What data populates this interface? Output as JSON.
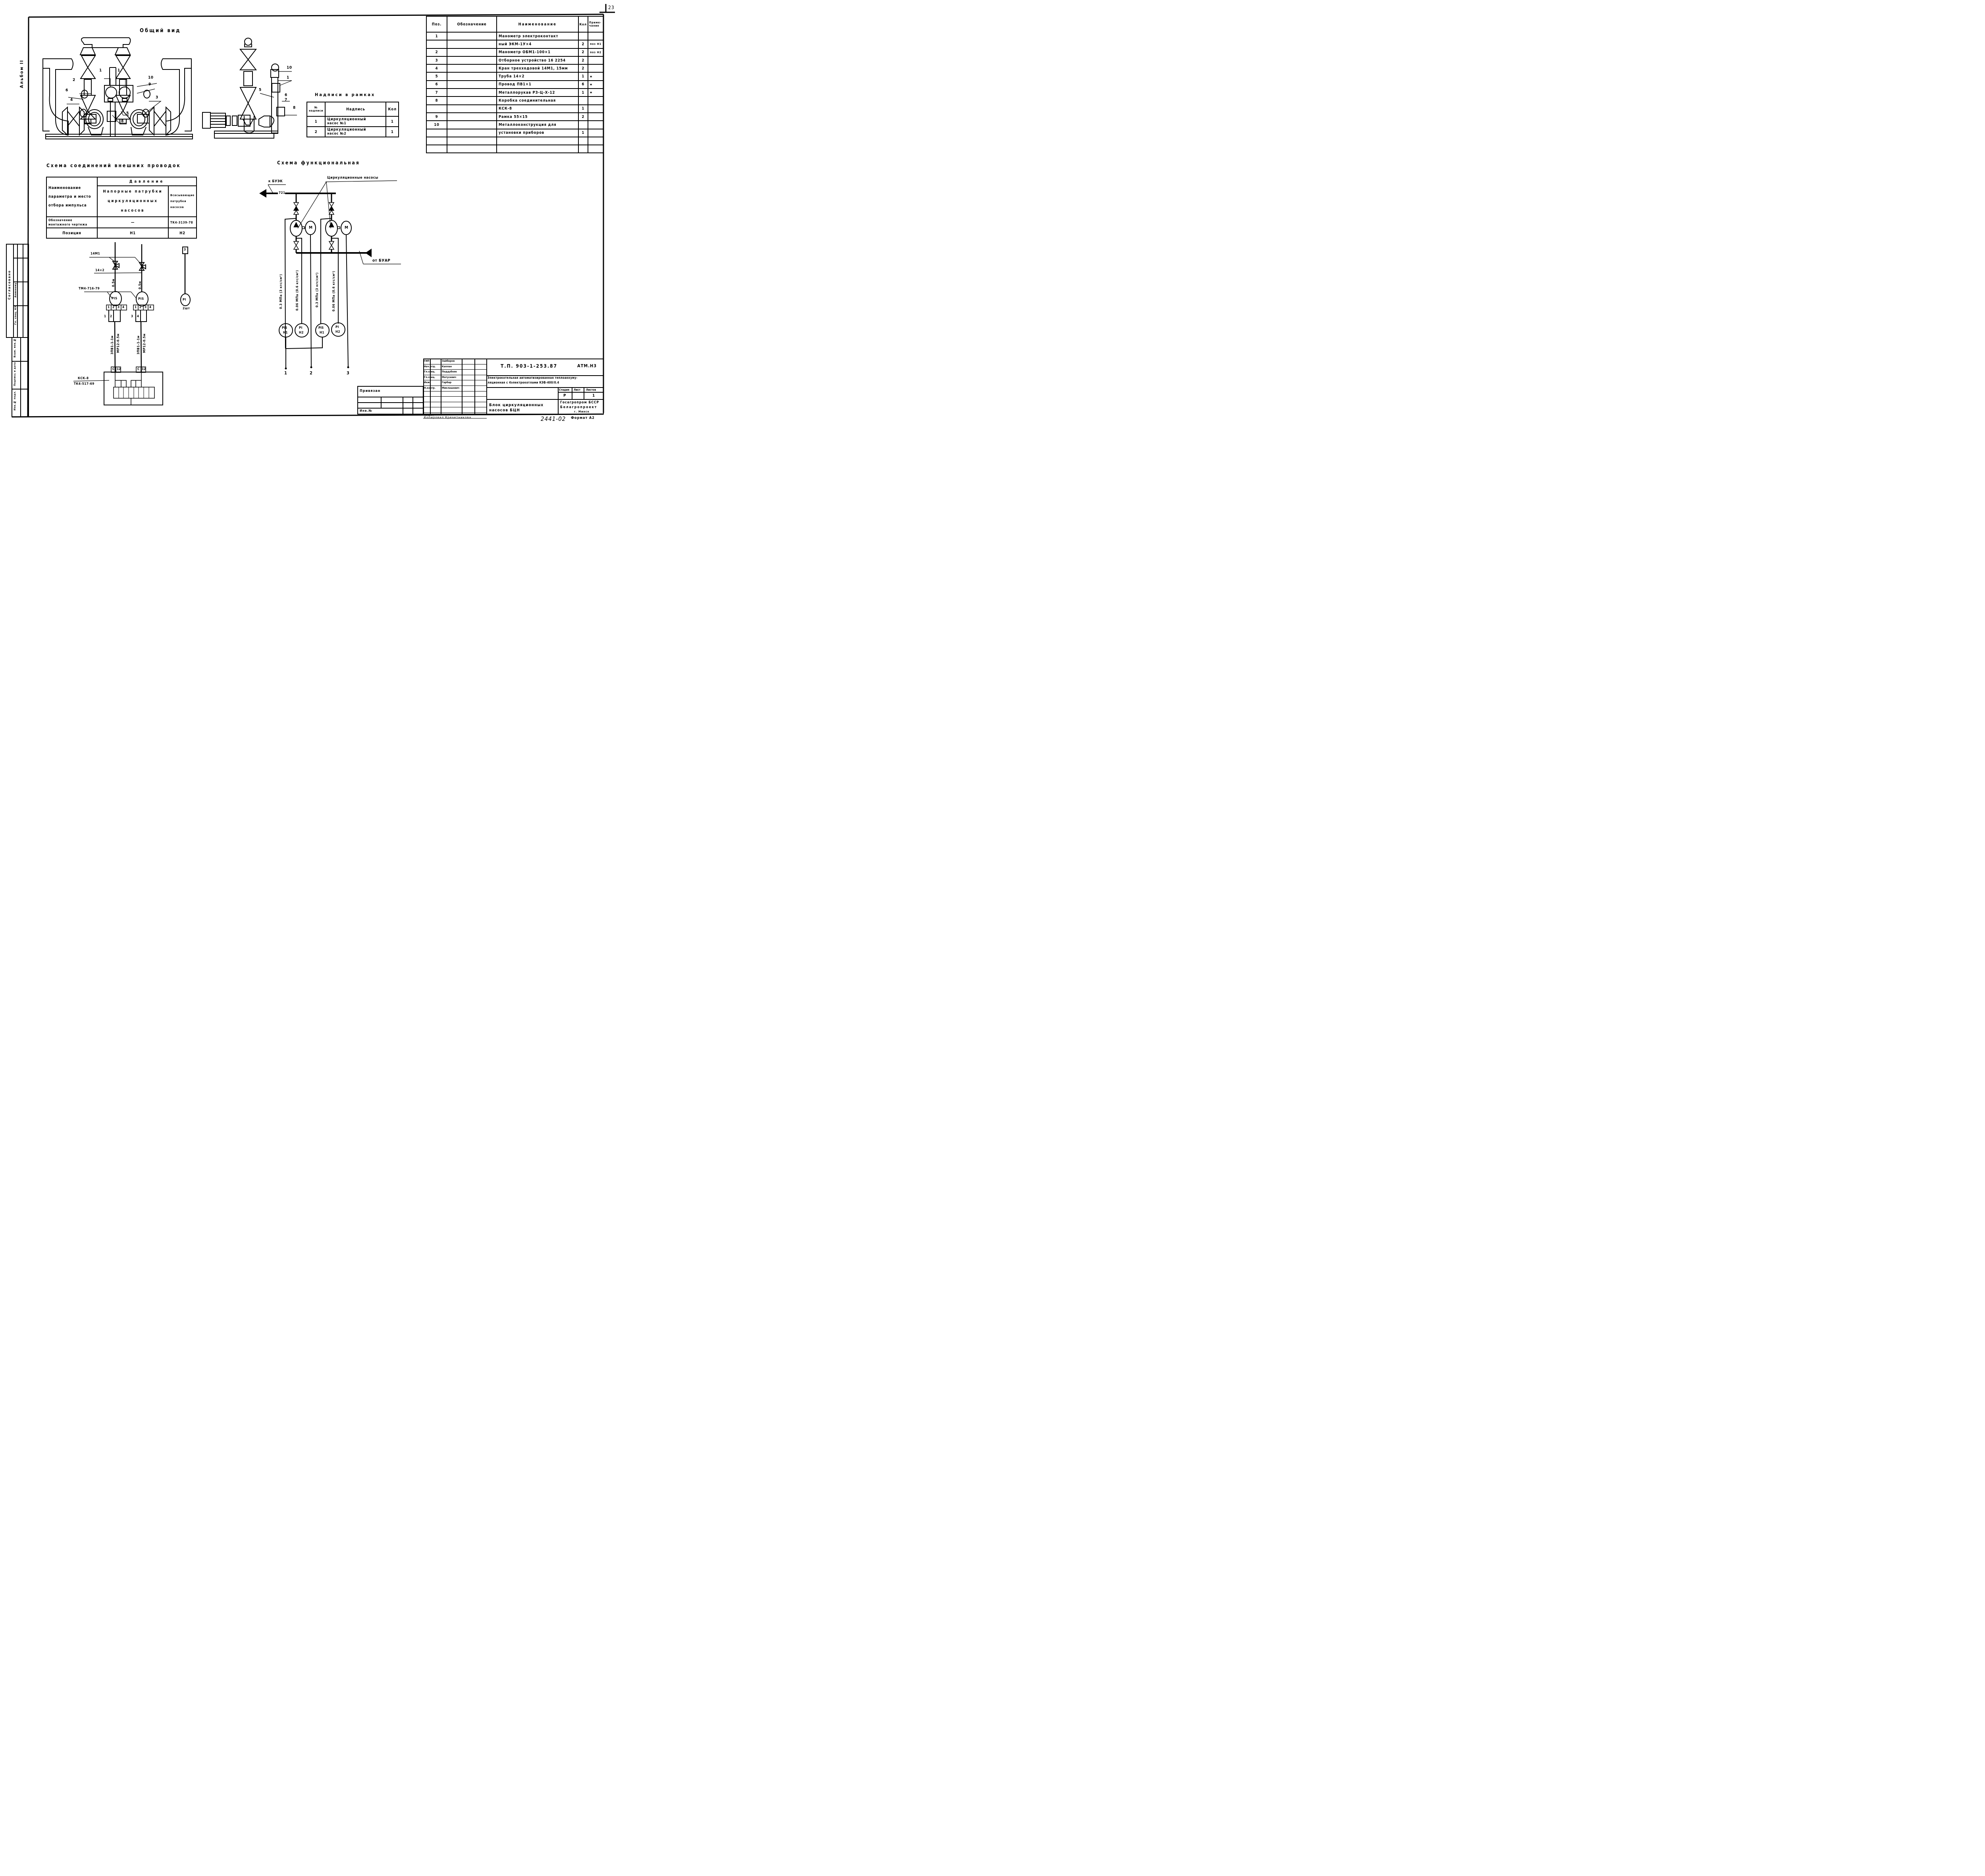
{
  "sheet": {
    "corner_number": "23",
    "album_label": "Альбом II",
    "format": "Формат А2",
    "archive_no": "2441-02",
    "copied_by": "Копировал Кречетникова"
  },
  "general_view": {
    "title": "Общий вид",
    "callouts": [
      "1",
      "1",
      "2",
      "3",
      "4",
      "5",
      "6",
      "7",
      "8",
      "9",
      "10"
    ],
    "side_callouts": [
      "10",
      "1",
      "5",
      "6",
      "7",
      "8"
    ]
  },
  "frame_labels": {
    "title": "Надписи в рамках",
    "headers": [
      "№ надписи",
      "Надпись",
      "Кол"
    ],
    "rows": [
      {
        "no": "1",
        "text_line1": "Циркуляционный",
        "text_line2": "насос №1",
        "qty": "1"
      },
      {
        "no": "2",
        "text_line1": "Циркуляционный",
        "text_line2": "насос №2",
        "qty": "1"
      }
    ]
  },
  "spec": {
    "headers": [
      "Поз.",
      "Обозначение",
      "Наименование",
      "Кол",
      "Приме-чание"
    ],
    "rows": [
      {
        "pos": "1",
        "designation": "",
        "name": "Манометр электроконтакт",
        "qty": "",
        "note": ""
      },
      {
        "pos": "",
        "designation": "",
        "name": "ный ЭКМ-1У×4",
        "qty": "2",
        "note": "поз Н1"
      },
      {
        "pos": "2",
        "designation": "",
        "name": "Манометр ОБМ1-100×1",
        "qty": "2",
        "note": "поз Н2"
      },
      {
        "pos": "3",
        "designation": "",
        "name": "Отборное устройство 16 2254",
        "qty": "2",
        "note": ""
      },
      {
        "pos": "4",
        "designation": "",
        "name": "Кран трехходовой 14М1, 15мм",
        "qty": "2",
        "note": ""
      },
      {
        "pos": "5",
        "designation": "",
        "name": "Труба 14×2",
        "qty": "1",
        "note": "м"
      },
      {
        "pos": "6",
        "designation": "",
        "name": "Провод ПВ1×1",
        "qty": "6",
        "note": "м"
      },
      {
        "pos": "7",
        "designation": "",
        "name": "Металлорукав РЗ-Ц-Х-12",
        "qty": "1",
        "note": "м"
      },
      {
        "pos": "8",
        "designation": "",
        "name": "Коробка соединительная",
        "qty": "",
        "note": ""
      },
      {
        "pos": "",
        "designation": "",
        "name": "КСК-8",
        "qty": "1",
        "note": ""
      },
      {
        "pos": "9",
        "designation": "",
        "name": "Рамка 55×15",
        "qty": "2",
        "note": ""
      },
      {
        "pos": "10",
        "designation": "",
        "name": "Металлоконструкция для",
        "qty": "",
        "note": ""
      },
      {
        "pos": "",
        "designation": "",
        "name": "установки приборов",
        "qty": "1",
        "note": ""
      },
      {
        "pos": "",
        "designation": "",
        "name": "",
        "qty": "",
        "note": ""
      },
      {
        "pos": "",
        "designation": "",
        "name": "",
        "qty": "",
        "note": ""
      }
    ]
  },
  "external_wiring": {
    "title": "Схема соединений внешних проводок",
    "table": {
      "param_header": "Наименование параметра и место отбора импульса",
      "group_header": "Давление",
      "col1_header": "Напорные патрубки циркуляционных насосов",
      "col2_header": "Всасывающие патрубки насосов",
      "row_drawing_label": "Обозначение монтажного чертежа",
      "row_drawing_col1": "—",
      "row_drawing_col2": "ТК4-3139-78",
      "row_position_label": "Позиция",
      "row_position_col1": "Н1",
      "row_position_col2": "Н2"
    },
    "labels": {
      "valve": "14М1",
      "pipe": "14×2",
      "length1": "0.5м",
      "length2": "0.5м",
      "mount": "ТМ4-716-79",
      "device": "PIS",
      "terminals": [
        "1",
        "2",
        "3",
        "4"
      ],
      "wire_left_marks": [
        "1",
        "2"
      ],
      "wire_right_marks": [
        "3",
        "4"
      ],
      "cable1": "3ПВ1-1-1м",
      "hose1": "МР12-0.5м",
      "cable2": "3ПВ1-1-1м",
      "hose2": "МР12-0.5м",
      "gland_left": [
        "С",
        "12"
      ],
      "gland_right": [
        "С",
        "12"
      ],
      "box_name": "КСК-8",
      "box_drawing": "ТК4-517-69",
      "box_terminals": [
        "1",
        "2",
        "N",
        "",
        "3",
        "4",
        "",
        ""
      ],
      "pi_tag": "3",
      "pi_device": "PI",
      "pi_qty": "2шт"
    }
  },
  "functional": {
    "title": "Схема функциональная",
    "to_label": "к БУЭК",
    "pipe_no": "721",
    "pumps_label": "Циркуляционные насосы",
    "from_label": "от БУАР",
    "motor": "М",
    "ranges": [
      "0.3 МПа (3 кгс/см²)",
      "0.06 МПа (0.6 кгс/см²)",
      "0.3 МПа (3 кгс/см²)",
      "0.06 МПа (0.6 кгс/см²)"
    ],
    "instruments": [
      {
        "tag": "PIS",
        "pos": "Н1"
      },
      {
        "tag": "PI",
        "pos": "Н2"
      },
      {
        "tag": "PIS",
        "pos": "Н1"
      },
      {
        "tag": "PI",
        "pos": "Н2"
      }
    ],
    "outputs": [
      "1",
      "2",
      "3"
    ]
  },
  "left_strip": {
    "agreed": "Согласовано",
    "chief_spec": "Гл. спец. КУ",
    "name": "Анинному",
    "inv_no": "Взам. инв.№",
    "sign_date": "Подпись и дата",
    "inv_orig": "Инв.№ подл."
  },
  "title_block": {
    "doc_code": "Т.П. 903-1-253.87",
    "doc_mark": "АТМ.Н3",
    "project_line1": "Электрокотельная автоматизированная теплоаккуму-",
    "project_line2": "ляционная с 4электрокотлами КЭВ-400/0.4",
    "stage_label": "Стадия",
    "sheet_label": "Лист",
    "sheets_label": "Листов",
    "stage": "Р",
    "sheet": "",
    "sheets": "1",
    "drawing_title_line1": "Блок циркуляционных",
    "drawing_title_line2": "насосов БЦН",
    "org_line1": "Госагропром БССР",
    "org_line2": "Белагропроект",
    "org_line3": "г. Минск",
    "bound_label": "Привязан",
    "inv_label": "Инв.№",
    "roles": [
      {
        "role": "ГИП",
        "name": "Зайберов"
      },
      {
        "role": "Нач.отд.",
        "name": "Каплан"
      },
      {
        "role": "Гл.спец.",
        "name": "Поддубняк"
      },
      {
        "role": "Гл.спец.",
        "name": "Матусевич"
      },
      {
        "role": "Инж.",
        "name": "Гарбар"
      },
      {
        "role": "Н.контр.",
        "name": "Миклашевич"
      },
      {
        "role": "",
        "name": ""
      },
      {
        "role": "",
        "name": ""
      },
      {
        "role": "",
        "name": ""
      },
      {
        "role": "",
        "name": ""
      },
      {
        "role": "Сверил",
        "name": ""
      }
    ]
  }
}
